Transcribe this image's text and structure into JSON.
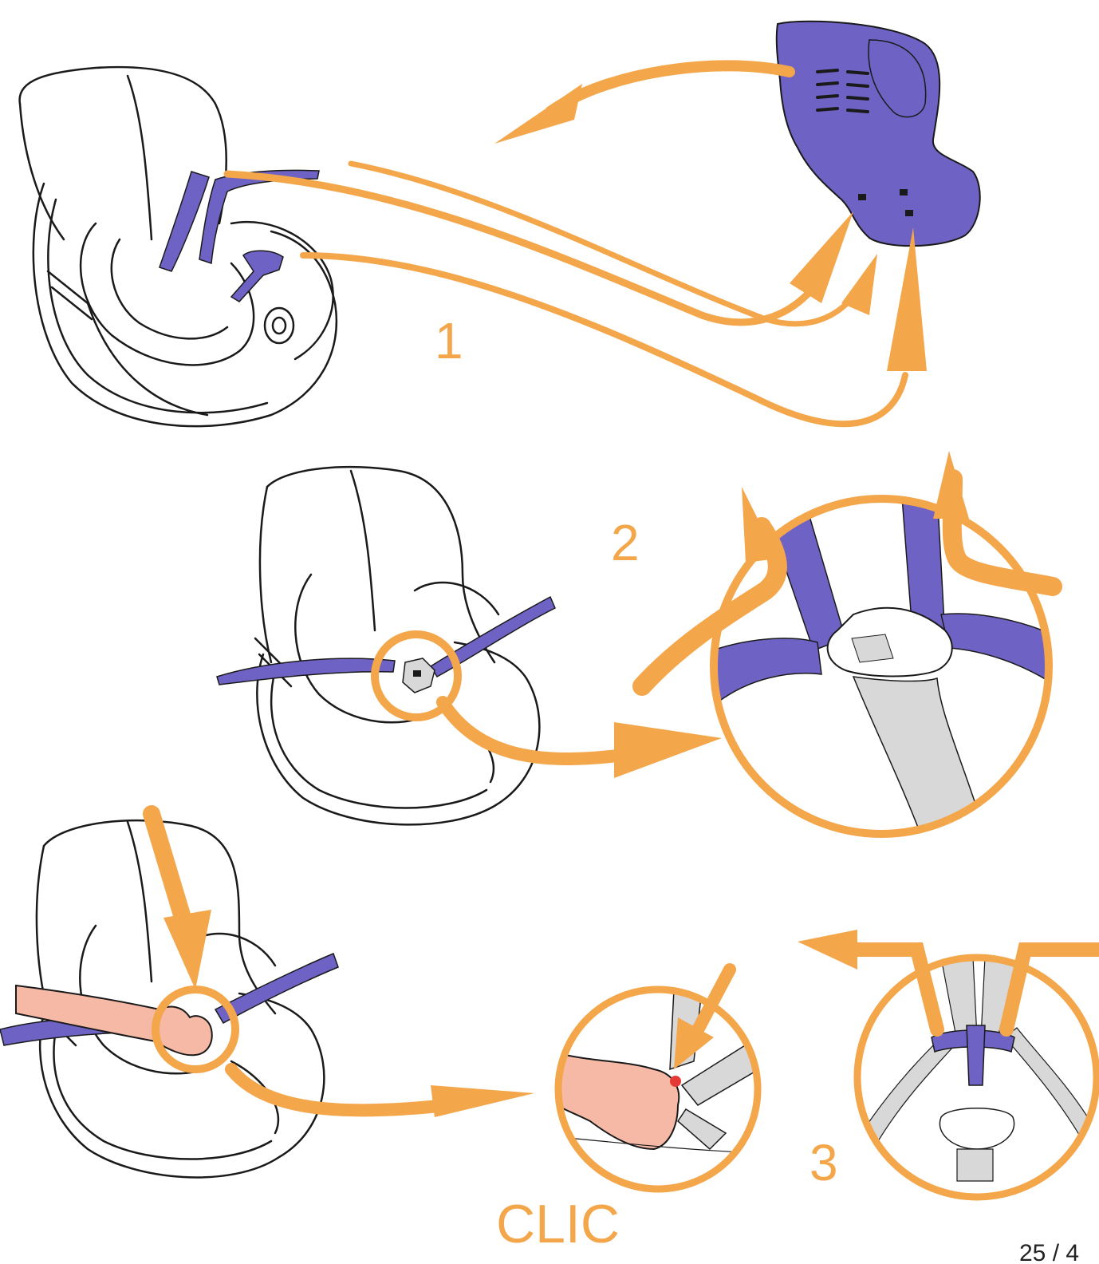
{
  "steps": {
    "one": "1",
    "two": "2",
    "three": "3"
  },
  "clic_label": "CLIC",
  "page_number": "25 / 4",
  "colors": {
    "accent": "#F4A64A",
    "strap": "#6E63C4",
    "strap_dark": "#5A4FB2",
    "line": "#1a1a1a",
    "skin": "#F6B9A6",
    "buckle": "#D8D8D8"
  }
}
